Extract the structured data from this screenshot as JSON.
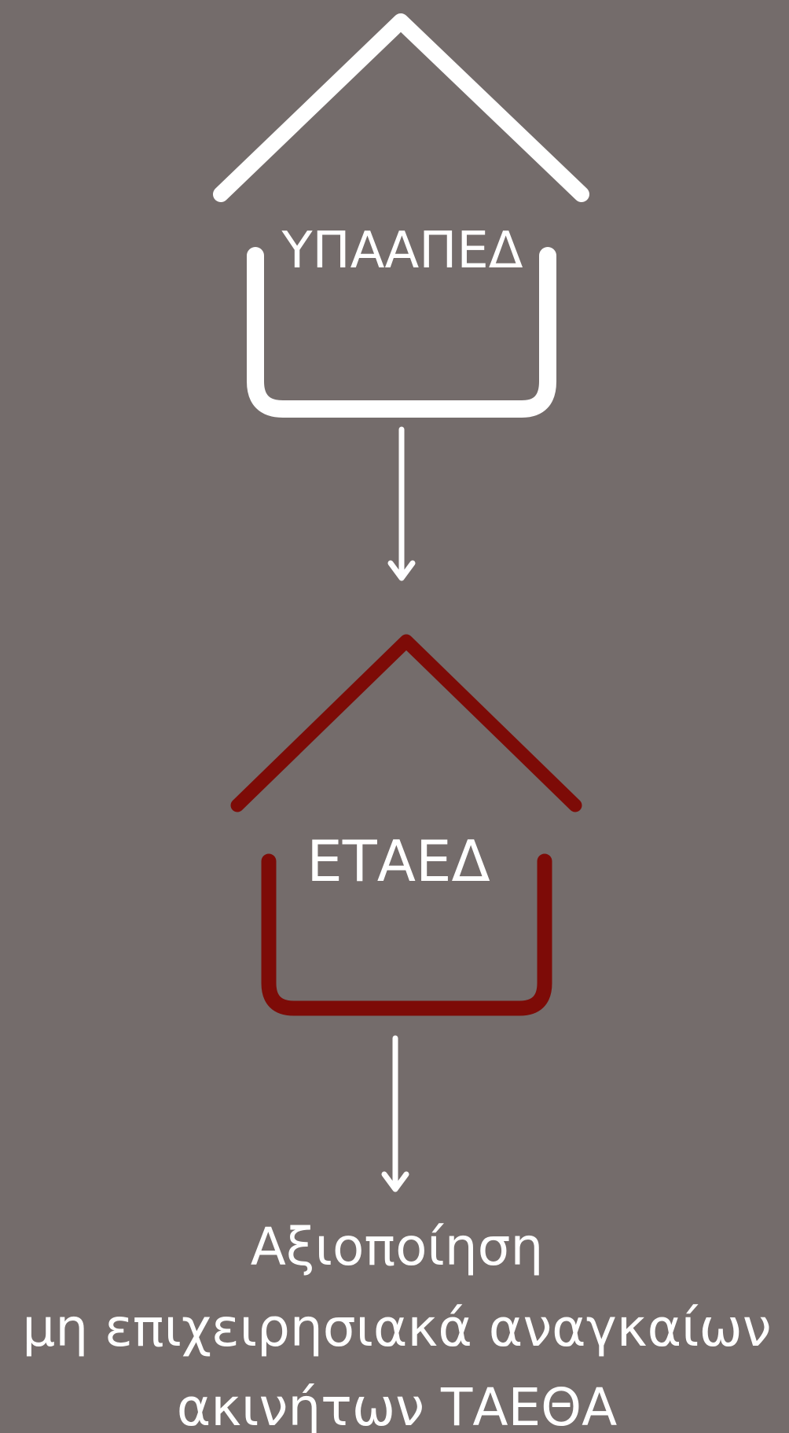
{
  "colors": {
    "background": "#746c6b",
    "top_house": "#ffffff",
    "bottom_house": "#7d0b07",
    "arrow": "#ffffff",
    "text": "#ffffff"
  },
  "top_house": {
    "label": "ΥΠΑΑΠΕΔ",
    "icon": "house-outline-icon"
  },
  "bottom_house": {
    "label": "ΕΤΑΕΔ",
    "icon": "house-outline-icon"
  },
  "arrows": [
    {
      "icon": "arrow-down-icon"
    },
    {
      "icon": "arrow-down-icon"
    }
  ],
  "result": {
    "line1": "Αξιοποίηση",
    "line2": "μη επιχειρησιακά αναγκαίων",
    "line3": "ακινήτων ΤΑΕΘΑ"
  }
}
